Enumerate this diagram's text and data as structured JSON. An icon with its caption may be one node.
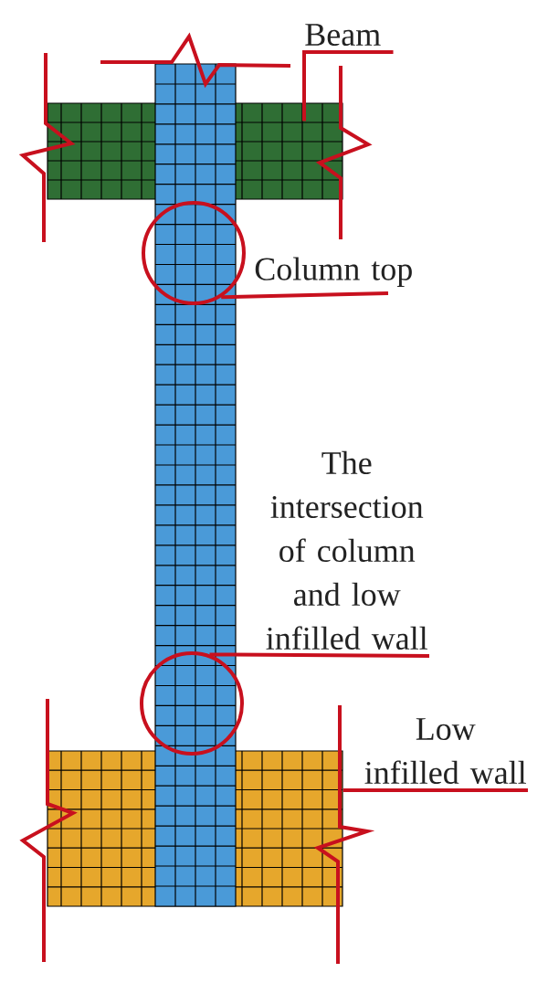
{
  "diagram": {
    "nodes": [
      {
        "text": [
          "Beam"
        ]
      },
      {
        "text": [],
        "shape": "box"
      },
      {
        "text": [
          "Column top"
        ]
      },
      {
        "text": [],
        "shape": "circle"
      },
      {
        "text": [
          "The intersection of column and low infilled wall"
        ]
      },
      {
        "text": [],
        "shape": "circle"
      },
      {
        "text": [
          "Low infilled wall"
        ]
      },
      {
        "text": [],
        "shape": "box"
      }
    ],
    "edges": [
      {
        "from": 0,
        "to": 1,
        "arrow": "none"
      },
      {
        "from": 2,
        "to": 3,
        "arrow": "none"
      },
      {
        "from": 4,
        "to": 5,
        "arrow": "none"
      },
      {
        "from": 6,
        "to": 7,
        "arrow": "none"
      }
    ]
  }
}
